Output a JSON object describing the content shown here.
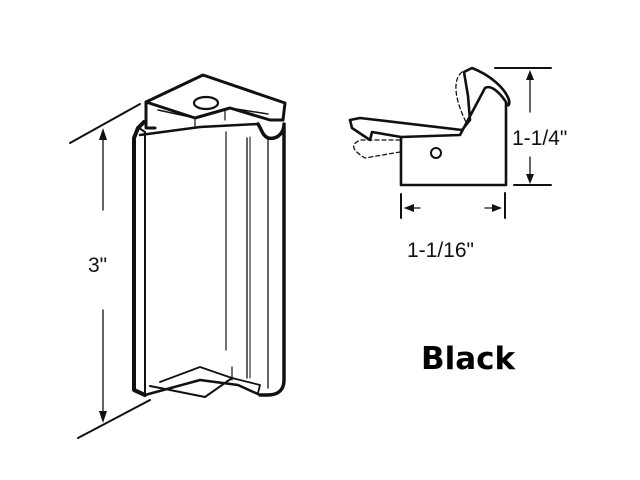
{
  "diagram": {
    "subject": "door pull handle",
    "views": [
      {
        "name": "perspective-view",
        "dimension_label": "3\""
      },
      {
        "name": "side-profile-view",
        "height_label": "1-1/4\"",
        "width_label": "1-1/16\""
      }
    ]
  },
  "labels": {
    "height_3": "3\"",
    "height_1_1_4": "1-1/4\"",
    "width_1_1_16": "1-1/16\"",
    "color": "Black"
  },
  "colors": {
    "line": "#111111",
    "background": "#ffffff"
  }
}
